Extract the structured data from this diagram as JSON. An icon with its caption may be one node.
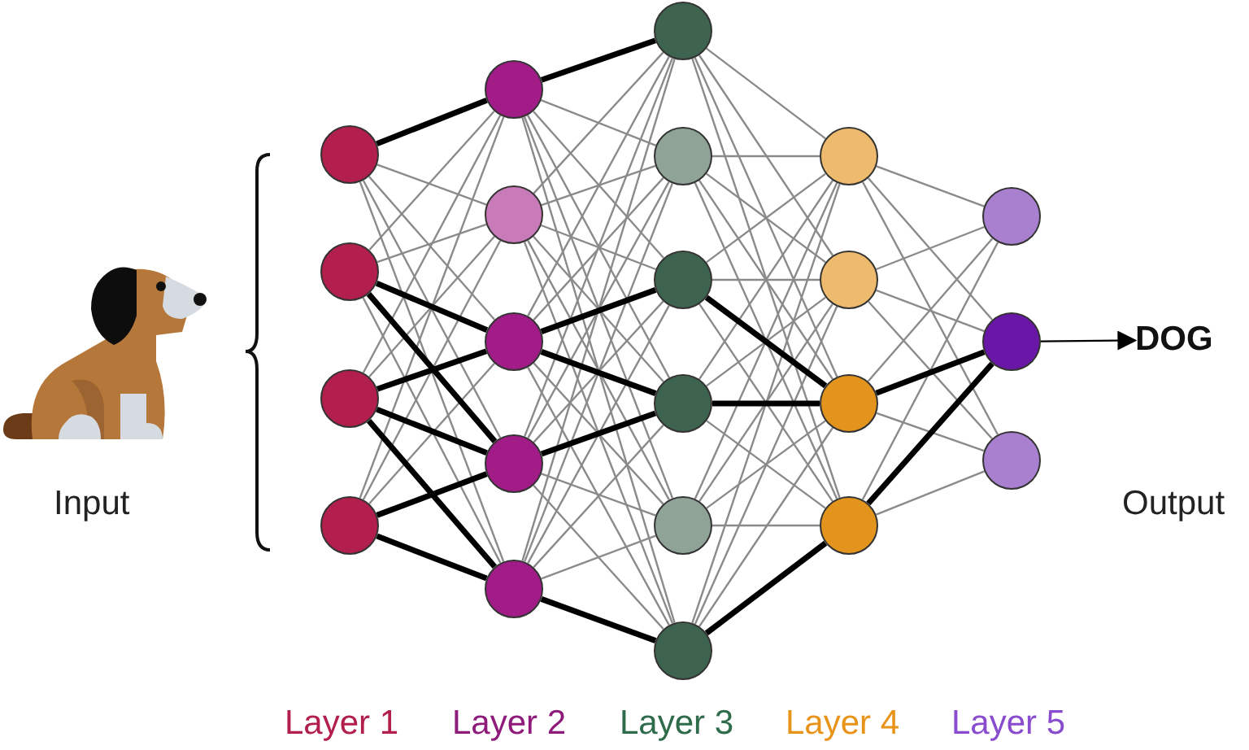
{
  "diagram": {
    "nodes": [
      {
        "text": [],
        "shape": "picture",
        "beside": [
          "Input"
        ]
      },
      {
        "text": [],
        "shape": "circle"
      },
      {
        "text": [],
        "shape": "circle"
      },
      {
        "text": [],
        "shape": "circle"
      },
      {
        "text": [],
        "shape": "circle"
      },
      {
        "text": [],
        "shape": "circle"
      },
      {
        "text": [],
        "shape": "circle"
      },
      {
        "text": [],
        "shape": "circle"
      },
      {
        "text": [],
        "shape": "circle"
      },
      {
        "text": [],
        "shape": "circle"
      },
      {
        "text": [],
        "shape": "circle"
      },
      {
        "text": [],
        "shape": "circle"
      },
      {
        "text": [],
        "shape": "circle"
      },
      {
        "text": [],
        "shape": "circle"
      },
      {
        "text": [],
        "shape": "circle"
      },
      {
        "text": [],
        "shape": "circle"
      },
      {
        "text": [],
        "shape": "circle"
      },
      {
        "text": [],
        "shape": "circle"
      },
      {
        "text": [],
        "shape": "circle"
      },
      {
        "text": [],
        "shape": "circle"
      },
      {
        "text": [],
        "shape": "circle"
      },
      {
        "text": [],
        "shape": "circle"
      },
      {
        "text": [],
        "shape": "circle"
      },
      {
        "text": [
          "DOG"
        ]
      }
    ],
    "edges": [
      {
        "from": 1,
        "to": 5,
        "arrow": "none",
        "style": "thick",
        "color": "#000000"
      },
      {
        "from": 1,
        "to": 6,
        "arrow": "none"
      },
      {
        "from": 1,
        "to": 7,
        "arrow": "none"
      },
      {
        "from": 1,
        "to": 8,
        "arrow": "none"
      },
      {
        "from": 1,
        "to": 9,
        "arrow": "none"
      },
      {
        "from": 2,
        "to": 5,
        "arrow": "none"
      },
      {
        "from": 2,
        "to": 6,
        "arrow": "none"
      },
      {
        "from": 2,
        "to": 7,
        "arrow": "none",
        "style": "thick",
        "color": "#000000"
      },
      {
        "from": 2,
        "to": 8,
        "arrow": "none",
        "style": "thick",
        "color": "#000000"
      },
      {
        "from": 2,
        "to": 9,
        "arrow": "none"
      },
      {
        "from": 3,
        "to": 5,
        "arrow": "none"
      },
      {
        "from": 3,
        "to": 6,
        "arrow": "none"
      },
      {
        "from": 3,
        "to": 7,
        "arrow": "none",
        "style": "thick",
        "color": "#000000"
      },
      {
        "from": 3,
        "to": 8,
        "arrow": "none",
        "style": "thick",
        "color": "#000000"
      },
      {
        "from": 3,
        "to": 9,
        "arrow": "none",
        "style": "thick",
        "color": "#000000"
      },
      {
        "from": 4,
        "to": 5,
        "arrow": "none"
      },
      {
        "from": 4,
        "to": 6,
        "arrow": "none"
      },
      {
        "from": 4,
        "to": 7,
        "arrow": "none"
      },
      {
        "from": 4,
        "to": 8,
        "arrow": "none",
        "style": "thick",
        "color": "#000000"
      },
      {
        "from": 4,
        "to": 9,
        "arrow": "none",
        "style": "thick",
        "color": "#000000"
      },
      {
        "from": 5,
        "to": 10,
        "arrow": "none",
        "style": "thick",
        "color": "#000000"
      },
      {
        "from": 5,
        "to": 11,
        "arrow": "none"
      },
      {
        "from": 5,
        "to": 12,
        "arrow": "none"
      },
      {
        "from": 5,
        "to": 13,
        "arrow": "none"
      },
      {
        "from": 5,
        "to": 14,
        "arrow": "none"
      },
      {
        "from": 5,
        "to": 15,
        "arrow": "none"
      },
      {
        "from": 6,
        "to": 10,
        "arrow": "none"
      },
      {
        "from": 6,
        "to": 11,
        "arrow": "none"
      },
      {
        "from": 6,
        "to": 12,
        "arrow": "none"
      },
      {
        "from": 6,
        "to": 13,
        "arrow": "none"
      },
      {
        "from": 6,
        "to": 14,
        "arrow": "none"
      },
      {
        "from": 6,
        "to": 15,
        "arrow": "none"
      },
      {
        "from": 7,
        "to": 10,
        "arrow": "none"
      },
      {
        "from": 7,
        "to": 11,
        "arrow": "none"
      },
      {
        "from": 7,
        "to": 12,
        "arrow": "none",
        "style": "thick",
        "color": "#000000"
      },
      {
        "from": 7,
        "to": 13,
        "arrow": "none",
        "style": "thick",
        "color": "#000000"
      },
      {
        "from": 7,
        "to": 14,
        "arrow": "none"
      },
      {
        "from": 7,
        "to": 15,
        "arrow": "none"
      },
      {
        "from": 8,
        "to": 10,
        "arrow": "none"
      },
      {
        "from": 8,
        "to": 11,
        "arrow": "none"
      },
      {
        "from": 8,
        "to": 12,
        "arrow": "none"
      },
      {
        "from": 8,
        "to": 13,
        "arrow": "none",
        "style": "thick",
        "color": "#000000"
      },
      {
        "from": 8,
        "to": 14,
        "arrow": "none"
      },
      {
        "from": 8,
        "to": 15,
        "arrow": "none"
      },
      {
        "from": 9,
        "to": 10,
        "arrow": "none"
      },
      {
        "from": 9,
        "to": 11,
        "arrow": "none"
      },
      {
        "from": 9,
        "to": 12,
        "arrow": "none"
      },
      {
        "from": 9,
        "to": 13,
        "arrow": "none"
      },
      {
        "from": 9,
        "to": 14,
        "arrow": "none"
      },
      {
        "from": 9,
        "to": 15,
        "arrow": "none",
        "style": "thick",
        "color": "#000000"
      },
      {
        "from": 10,
        "to": 16,
        "arrow": "none"
      },
      {
        "from": 10,
        "to": 17,
        "arrow": "none"
      },
      {
        "from": 10,
        "to": 18,
        "arrow": "none"
      },
      {
        "from": 10,
        "to": 19,
        "arrow": "none"
      },
      {
        "from": 11,
        "to": 16,
        "arrow": "none"
      },
      {
        "from": 11,
        "to": 17,
        "arrow": "none"
      },
      {
        "from": 11,
        "to": 18,
        "arrow": "none"
      },
      {
        "from": 11,
        "to": 19,
        "arrow": "none"
      },
      {
        "from": 12,
        "to": 16,
        "arrow": "none"
      },
      {
        "from": 12,
        "to": 17,
        "arrow": "none"
      },
      {
        "from": 12,
        "to": 18,
        "arrow": "none",
        "style": "thick",
        "color": "#000000"
      },
      {
        "from": 12,
        "to": 19,
        "arrow": "none"
      },
      {
        "from": 13,
        "to": 16,
        "arrow": "none"
      },
      {
        "from": 13,
        "to": 17,
        "arrow": "none"
      },
      {
        "from": 13,
        "to": 18,
        "arrow": "none",
        "style": "thick",
        "color": "#000000"
      },
      {
        "from": 13,
        "to": 19,
        "arrow": "none"
      },
      {
        "from": 14,
        "to": 16,
        "arrow": "none"
      },
      {
        "from": 14,
        "to": 17,
        "arrow": "none"
      },
      {
        "from": 14,
        "to": 18,
        "arrow": "none"
      },
      {
        "from": 14,
        "to": 19,
        "arrow": "none"
      },
      {
        "from": 15,
        "to": 16,
        "arrow": "none"
      },
      {
        "from": 15,
        "to": 17,
        "arrow": "none"
      },
      {
        "from": 15,
        "to": 18,
        "arrow": "none"
      },
      {
        "from": 15,
        "to": 19,
        "arrow": "none",
        "style": "thick",
        "color": "#000000"
      },
      {
        "from": 16,
        "to": 20,
        "arrow": "none"
      },
      {
        "from": 16,
        "to": 21,
        "arrow": "none"
      },
      {
        "from": 16,
        "to": 22,
        "arrow": "none"
      },
      {
        "from": 17,
        "to": 20,
        "arrow": "none"
      },
      {
        "from": 17,
        "to": 21,
        "arrow": "none"
      },
      {
        "from": 17,
        "to": 22,
        "arrow": "none"
      },
      {
        "from": 18,
        "to": 20,
        "arrow": "none"
      },
      {
        "from": 18,
        "to": 21,
        "arrow": "none",
        "style": "thick",
        "color": "#000000"
      },
      {
        "from": 18,
        "to": 22,
        "arrow": "none"
      },
      {
        "from": 19,
        "to": 20,
        "arrow": "none"
      },
      {
        "from": 19,
        "to": 21,
        "arrow": "none",
        "style": "thick",
        "color": "#000000"
      },
      {
        "from": 19,
        "to": 22,
        "arrow": "none"
      },
      {
        "from": 21,
        "to": 23,
        "arrow": "to",
        "color": "#000000"
      }
    ],
    "labels": [
      "Output",
      "Layer 1",
      "Layer 2",
      "Layer 3",
      "Layer 4",
      "Layer 5"
    ]
  }
}
